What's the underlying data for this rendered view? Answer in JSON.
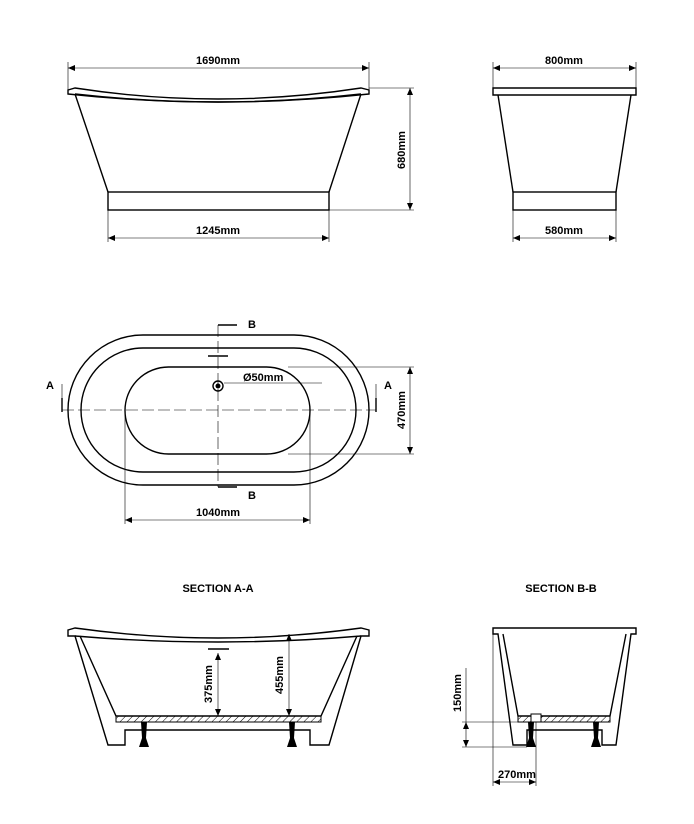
{
  "top_left_view": {
    "overall_length": "1690mm",
    "base_length": "1245mm",
    "height": "680mm"
  },
  "top_right_view": {
    "overall_width": "800mm",
    "base_width": "580mm"
  },
  "plan_view": {
    "section_marker_a_left": "A",
    "section_marker_a_right": "A",
    "section_marker_b_top": "B",
    "section_marker_b_bottom": "B",
    "waste_diameter": "Ø50mm",
    "inner_width": "470mm",
    "inner_length": "1040mm"
  },
  "section_a": {
    "title": "SECTION A-A",
    "waste_depth": "375mm",
    "rim_depth": "455mm"
  },
  "section_b": {
    "title": "SECTION B-B",
    "floor_height": "150mm",
    "waste_offset": "270mm"
  }
}
